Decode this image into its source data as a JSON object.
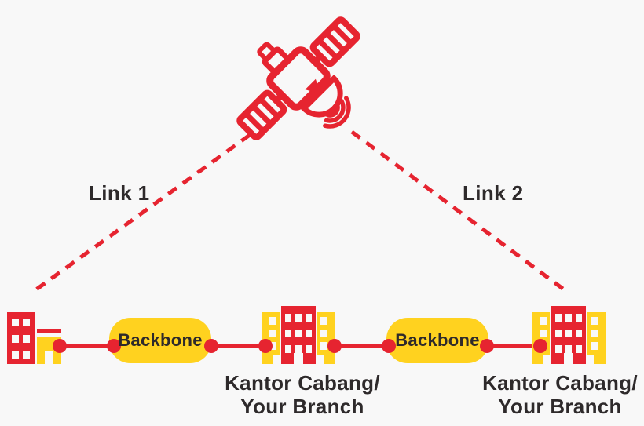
{
  "diagram": {
    "title_hint": "satellite-backup-link-topology",
    "icons": {
      "satellite": "satellite-dish-icon",
      "hq": "hq-buildings-icon",
      "branch": "branch-buildings-icon"
    },
    "links": [
      {
        "label": "Link 1"
      },
      {
        "label": "Link 2"
      }
    ],
    "backbones": [
      {
        "label": "Backbone"
      },
      {
        "label": "Backbone"
      }
    ],
    "branches": [
      {
        "line1": "Kantor Cabang/",
        "line2": "Your Branch"
      },
      {
        "line1": "Kantor Cabang/",
        "line2": "Your Branch"
      }
    ]
  },
  "colors": {
    "red": "#e62430",
    "yellow": "#ffd21f",
    "ink": "#2e2a2b",
    "bg": "#f8f8f8"
  }
}
